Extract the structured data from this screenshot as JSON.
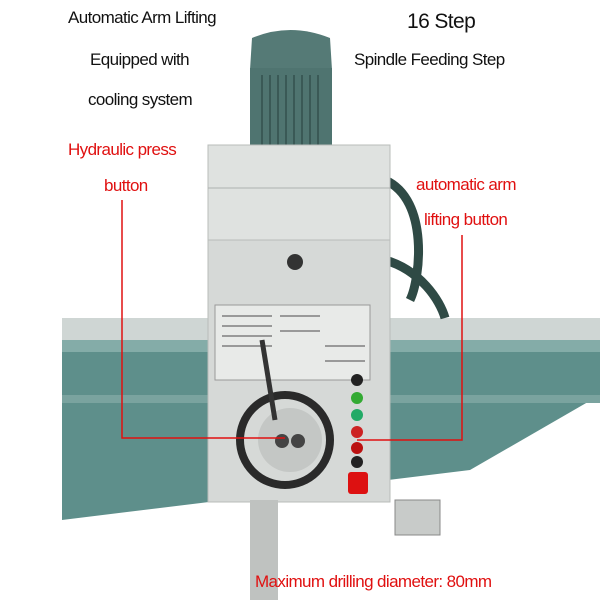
{
  "labels": {
    "auto_arm_lifting": "Automatic Arm Lifting",
    "equipped_with": "Equipped with",
    "cooling_system": "cooling system",
    "step_count": "16 Step",
    "spindle_feeding": "Spindle Feeding Step",
    "hydraulic_press_1": "Hydraulic press",
    "hydraulic_press_2": "button",
    "arm_lifting_1": "automatic arm",
    "arm_lifting_2": "lifting button",
    "max_diameter": "Maximum drilling diameter: 80mm"
  },
  "colors": {
    "callout": "#e01010",
    "motor": "#4f7470",
    "arm": "#5a8c88",
    "head": "#d9dcda"
  }
}
